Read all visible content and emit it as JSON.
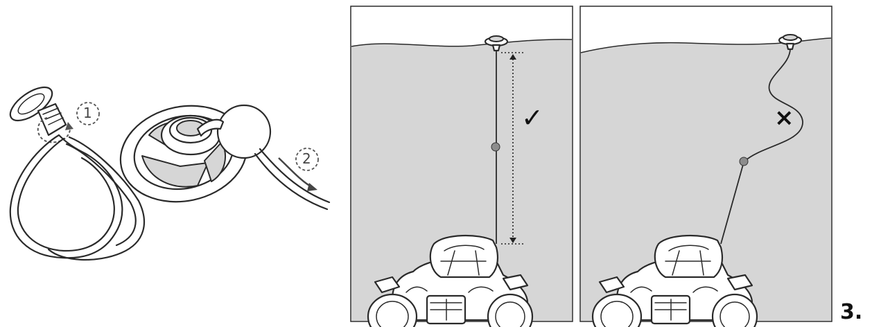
{
  "steps": {
    "step1": "1",
    "step2": "2"
  },
  "panels": {
    "correct_mark": "✓",
    "incorrect_mark": "×"
  },
  "figure_number": "3.",
  "colors": {
    "water": "#d6d6d6",
    "line": "#2a2a2a",
    "float": "#8c8c8c"
  }
}
